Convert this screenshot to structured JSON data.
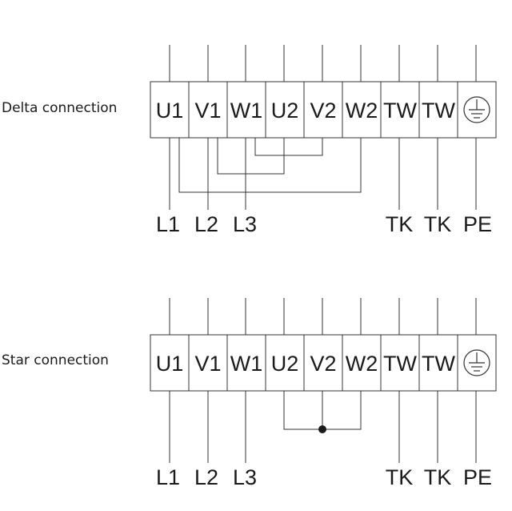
{
  "delta": {
    "title": "Delta connection",
    "terminals": [
      "U1",
      "V1",
      "W1",
      "U2",
      "V2",
      "W2",
      "TW",
      "TW"
    ],
    "earth_symbol": "earth-ground-icon",
    "line_labels": [
      "L1",
      "L2",
      "L3",
      "TK",
      "TK",
      "PE"
    ]
  },
  "star": {
    "title": "Star connection",
    "terminals": [
      "U1",
      "V1",
      "W1",
      "U2",
      "V2",
      "W2",
      "TW",
      "TW"
    ],
    "earth_symbol": "earth-ground-icon",
    "line_labels": [
      "L1",
      "L2",
      "L3",
      "TK",
      "TK",
      "PE"
    ]
  }
}
